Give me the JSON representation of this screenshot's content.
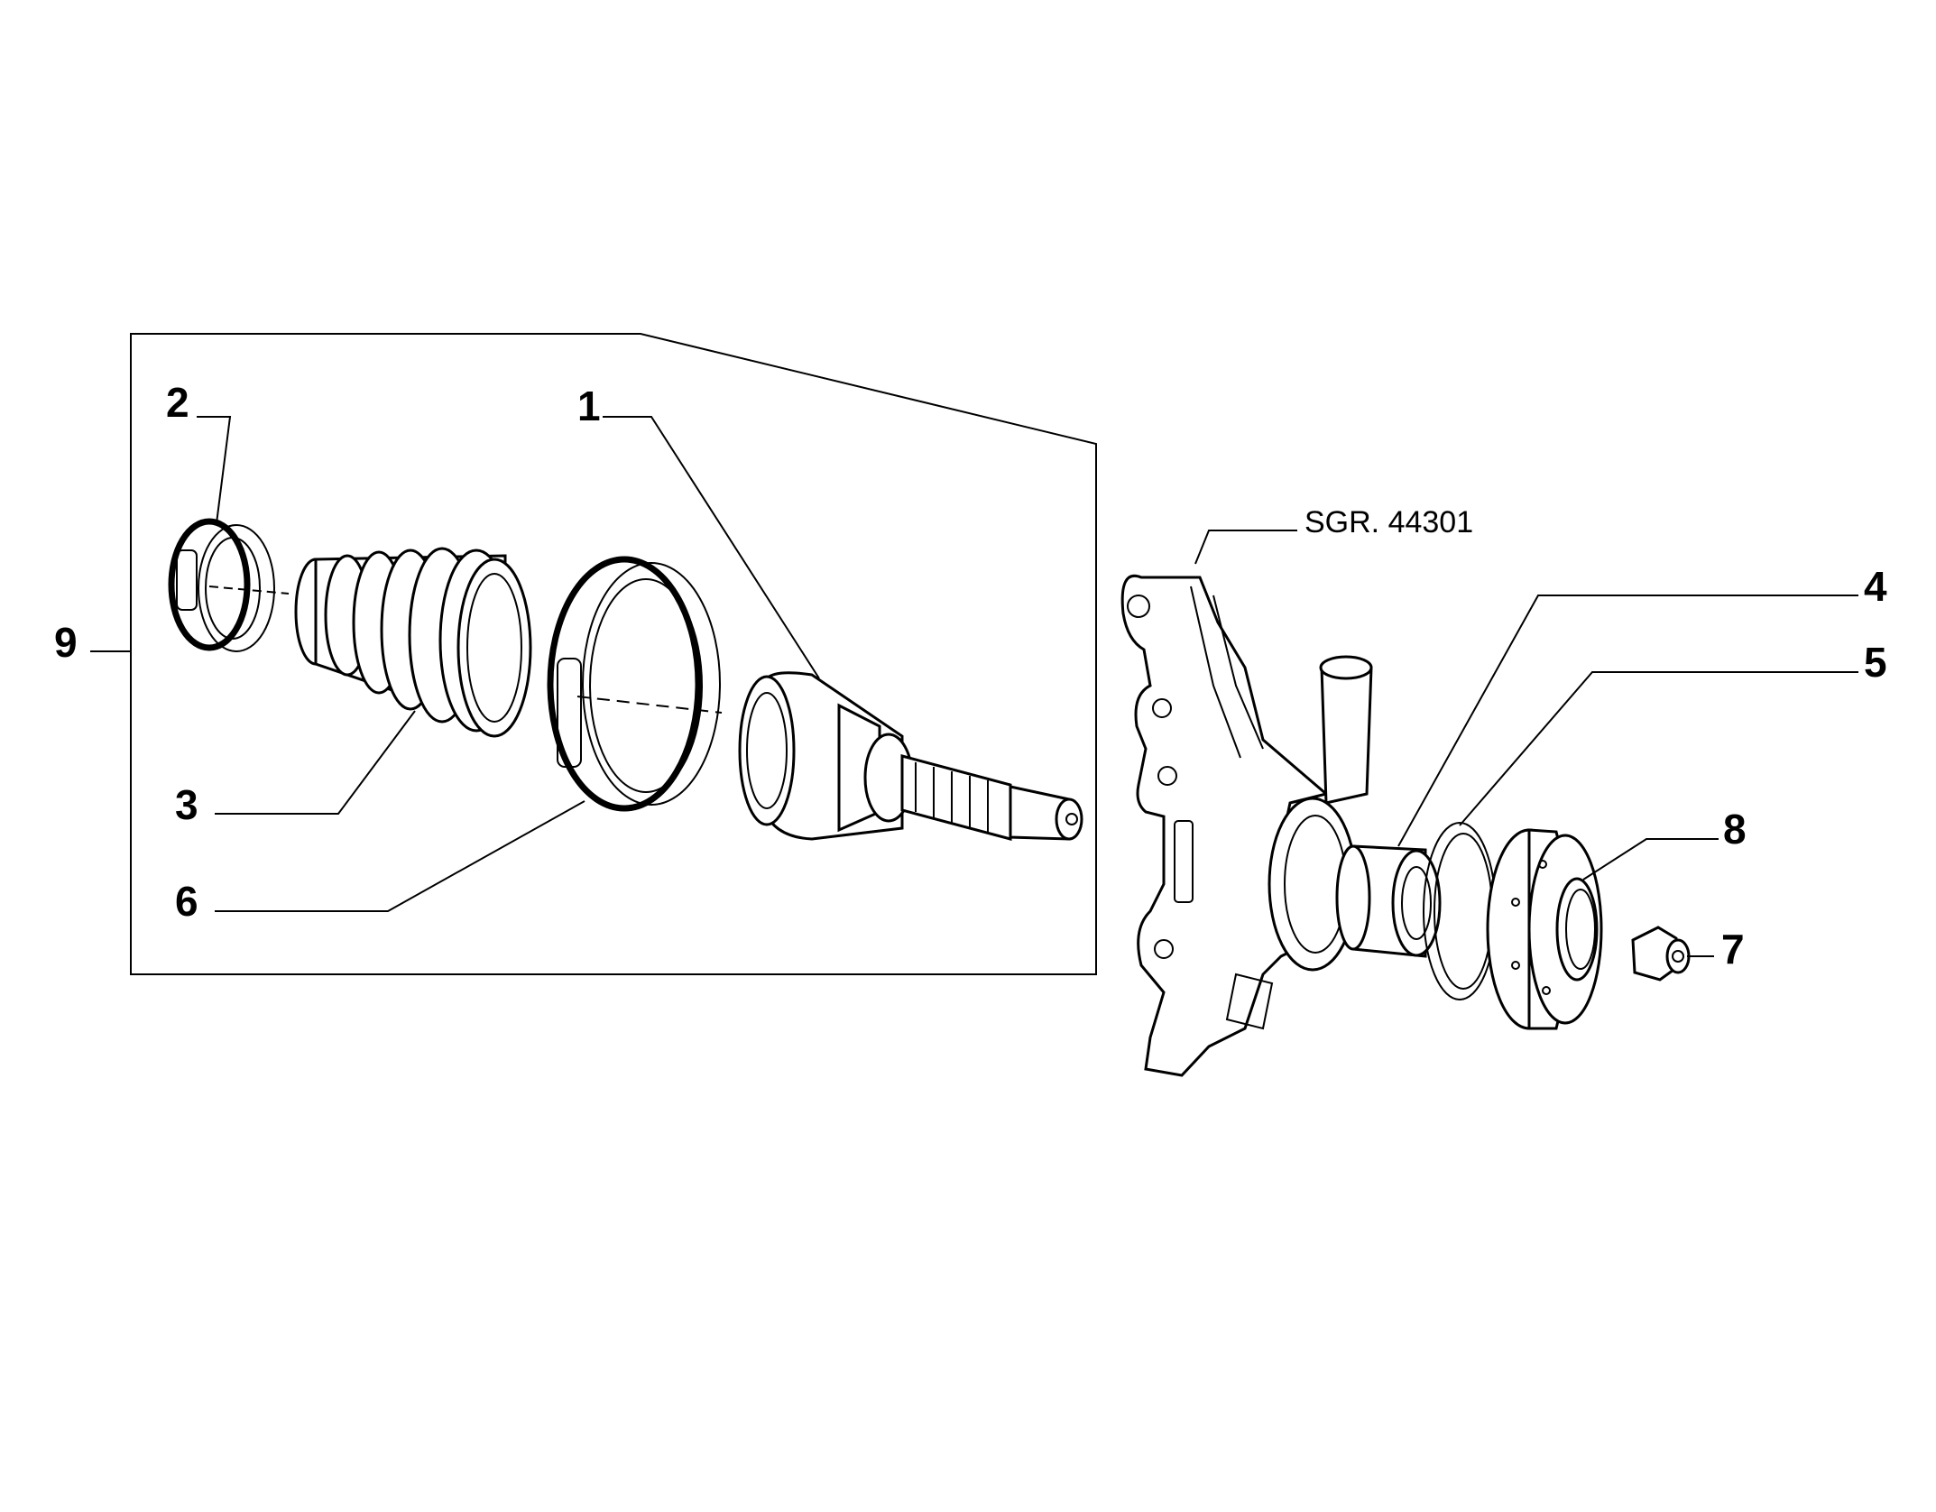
{
  "diagram": {
    "reference_label": "SGR. 44301",
    "callouts": [
      {
        "id": "1",
        "label": "1"
      },
      {
        "id": "2",
        "label": "2"
      },
      {
        "id": "3",
        "label": "3"
      },
      {
        "id": "4",
        "label": "4"
      },
      {
        "id": "5",
        "label": "5"
      },
      {
        "id": "6",
        "label": "6"
      },
      {
        "id": "7",
        "label": "7"
      },
      {
        "id": "8",
        "label": "8"
      },
      {
        "id": "9",
        "label": "9"
      }
    ]
  },
  "colors": {
    "line": "#000000",
    "background": "#ffffff"
  }
}
